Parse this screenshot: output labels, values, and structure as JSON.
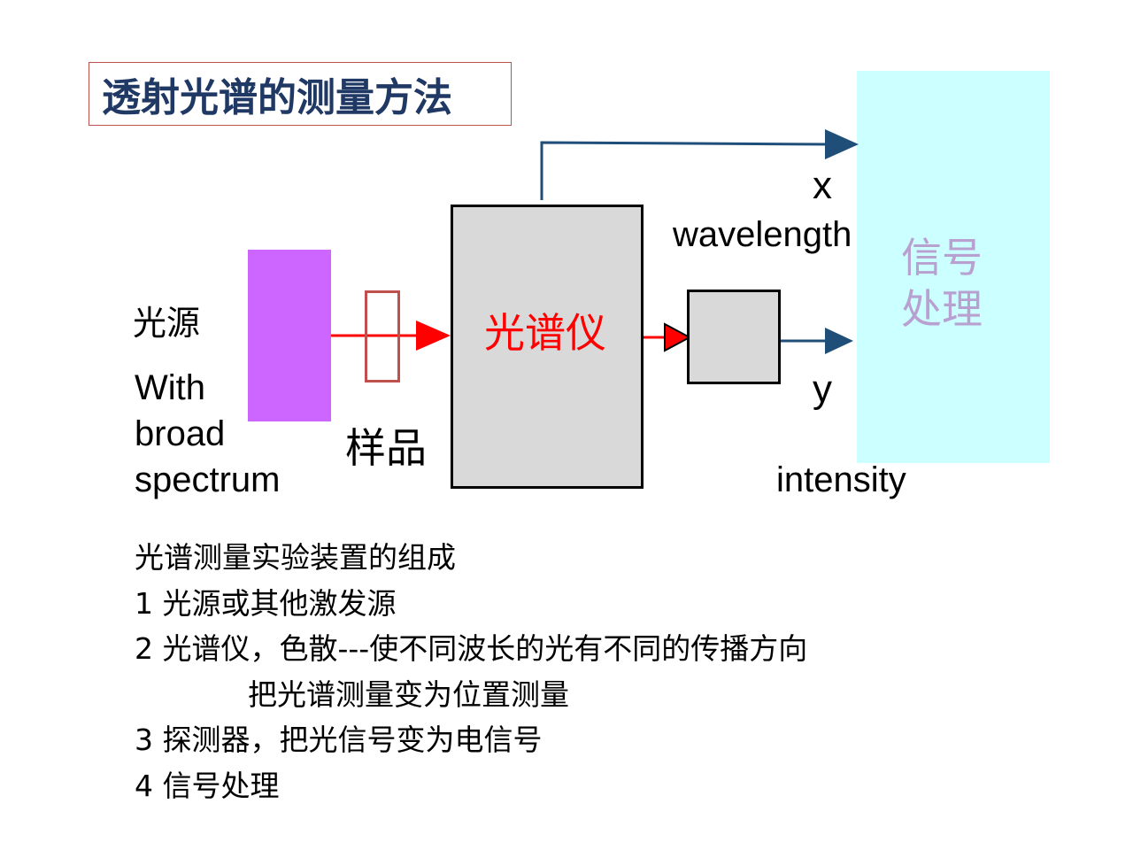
{
  "title": "透射光谱的测量方法",
  "signal_processing": "信号\n处理",
  "light_source": {
    "label": "光源",
    "description": "With\nbroad\nspectrum"
  },
  "sample": {
    "label": "样品"
  },
  "spectrometer": {
    "label": "光谱仪"
  },
  "outputs": {
    "x_label": "x",
    "x_desc": "wavelength",
    "y_label": "y",
    "y_desc": "intensity"
  },
  "composition": {
    "heading": "光谱测量实验装置的组成",
    "items": [
      "1 光源或其他激发源",
      "2 光谱仪，色散---使不同波长的光有不同的传播方向",
      "把光谱测量变为位置测量",
      "3 探测器，把光信号变为电信号",
      "4 信号处理"
    ]
  },
  "colors": {
    "title_text": "#1f3864",
    "title_border": "#c0504d",
    "signal_panel": "#ccffff",
    "signal_text": "#b8a0d0",
    "light_source": "#cc66ff",
    "sample_border": "#c0504d",
    "beam": "#ff0000",
    "data_arrow": "#1f4e79",
    "spectrometer_text": "#ff0000"
  }
}
